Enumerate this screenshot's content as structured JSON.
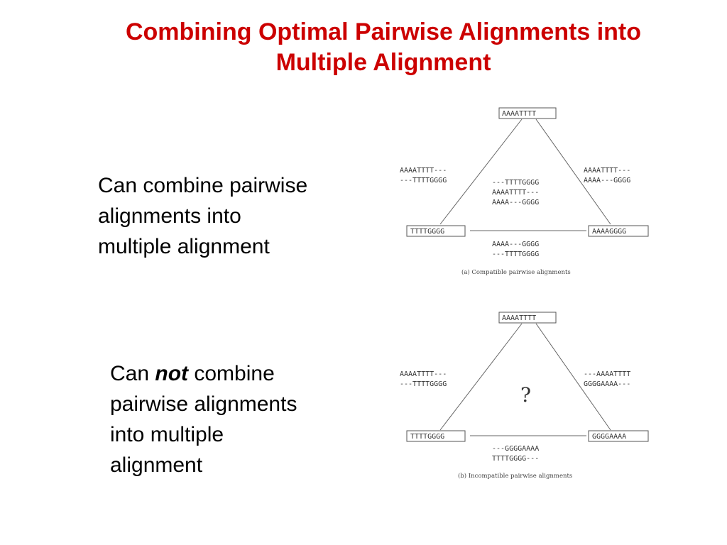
{
  "title": {
    "line1": "Combining Optimal Pairwise Alignments into",
    "line2": "Multiple Alignment"
  },
  "text1": {
    "line1": "Can combine pairwise",
    "line2": "alignments into",
    "line3": "multiple alignment"
  },
  "text2": {
    "can": "Can",
    "not": "not",
    "combine": "combine",
    "line2": "pairwise alignments",
    "line3": "into multiple",
    "line4": "alignment"
  },
  "diagram_a": {
    "top": "AAAATTTT",
    "left": "TTTTGGGG",
    "right": "AAAAGGGG",
    "left_edge": [
      "AAAATTTT---",
      "---TTTTGGGG"
    ],
    "right_edge": [
      "AAAATTTT---",
      "AAAA---GGGG"
    ],
    "center": [
      "---TTTTGGGG",
      "AAAATTTT---",
      "AAAA---GGGG"
    ],
    "bottom_edge": [
      "AAAA---GGGG",
      "---TTTTGGGG"
    ],
    "caption": "(a) Compatible pairwise alignments"
  },
  "diagram_b": {
    "top": "AAAATTTT",
    "left": "TTTTGGGG",
    "right": "GGGGAAAA",
    "left_edge": [
      "AAAATTTT---",
      "---TTTTGGGG"
    ],
    "right_edge": [
      "---AAAATTTT",
      "GGGGAAAA---"
    ],
    "center": "?",
    "bottom_edge": [
      "---GGGGAAAA",
      "TTTTGGGG---"
    ],
    "caption": "(b) Incompatible pairwise alignments"
  }
}
